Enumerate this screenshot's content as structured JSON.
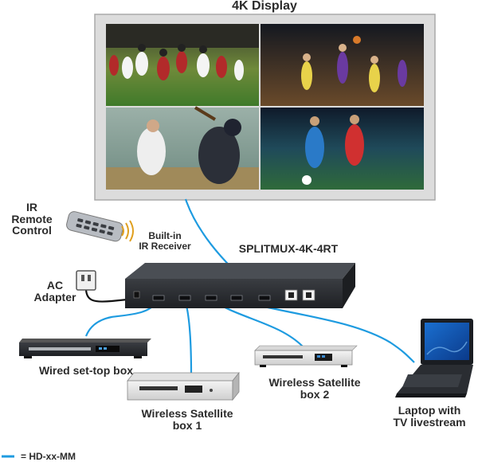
{
  "display": {
    "label": "4K Display"
  },
  "splitter": {
    "label": "SPLITMUX-4K-4RT"
  },
  "remote": {
    "label_lines": [
      "IR",
      "Remote",
      "Control"
    ]
  },
  "ir_receiver": {
    "label_lines": [
      "Built-in",
      "IR Receiver"
    ]
  },
  "ac_adapter": {
    "label_lines": [
      "AC",
      "Adapter"
    ]
  },
  "sources": {
    "wired_stb": {
      "label": "Wired set-top box"
    },
    "sat_box_1": {
      "label_lines": [
        "Wireless Satellite",
        "box 1"
      ]
    },
    "sat_box_2": {
      "label_lines": [
        "Wireless Satellite",
        "box 2"
      ]
    },
    "laptop": {
      "label_lines": [
        "Laptop with",
        "TV livestream"
      ]
    }
  },
  "legend": {
    "text": "= HD-xx-MM",
    "cable_color": "#1e9be0"
  },
  "colors": {
    "cable": "#1e9be0",
    "device_dark": "#2a2d31",
    "bezel": "#dcdcdc"
  }
}
